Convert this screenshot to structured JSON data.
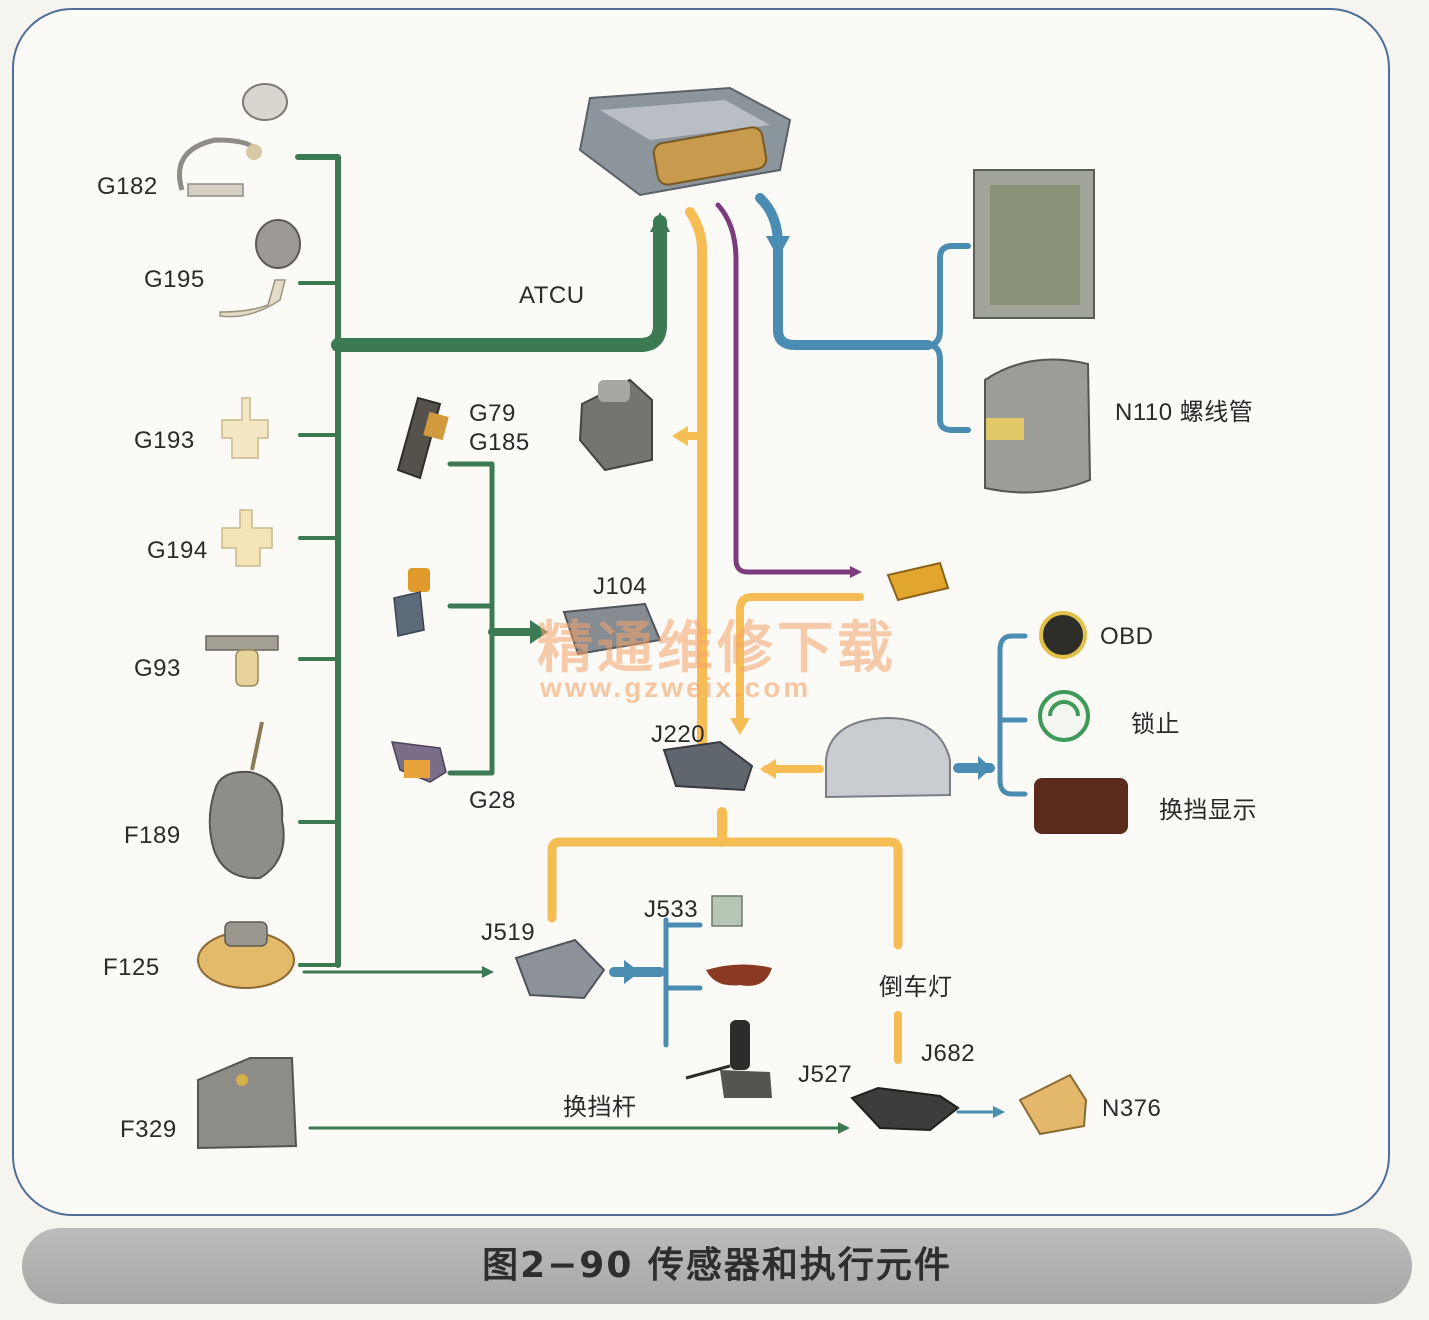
{
  "labels": {
    "g182": "G182",
    "g195": "G195",
    "g193": "G193",
    "g194": "G194",
    "g93": "G93",
    "f189": "F189",
    "f125": "F125",
    "f329": "F329",
    "atcu": "ATCU",
    "g79": "G79",
    "g185": "G185",
    "g28": "G28",
    "j104": "J104",
    "j220": "J220",
    "j519": "J519",
    "j533": "J533",
    "j527": "J527",
    "j682": "J682",
    "n376": "N376",
    "n110": "N110  螺线管",
    "obd": "OBD",
    "lock": "锁止",
    "shift_display": "换挡显示",
    "reverse_light": "倒车灯",
    "shift_lever": "换挡杆"
  },
  "watermark": {
    "text": "精通维修下载",
    "url": "www.gzweix.com"
  },
  "caption": "图2−90   传感器和执行元件",
  "colors": {
    "frame": "#4f6f99",
    "green_bus": "#3b7a52",
    "orange_bus": "#f6bd55",
    "purple_line": "#7b3b7c",
    "blue_line": "#4b8db2",
    "caption_bar": "#b3b3b3"
  }
}
